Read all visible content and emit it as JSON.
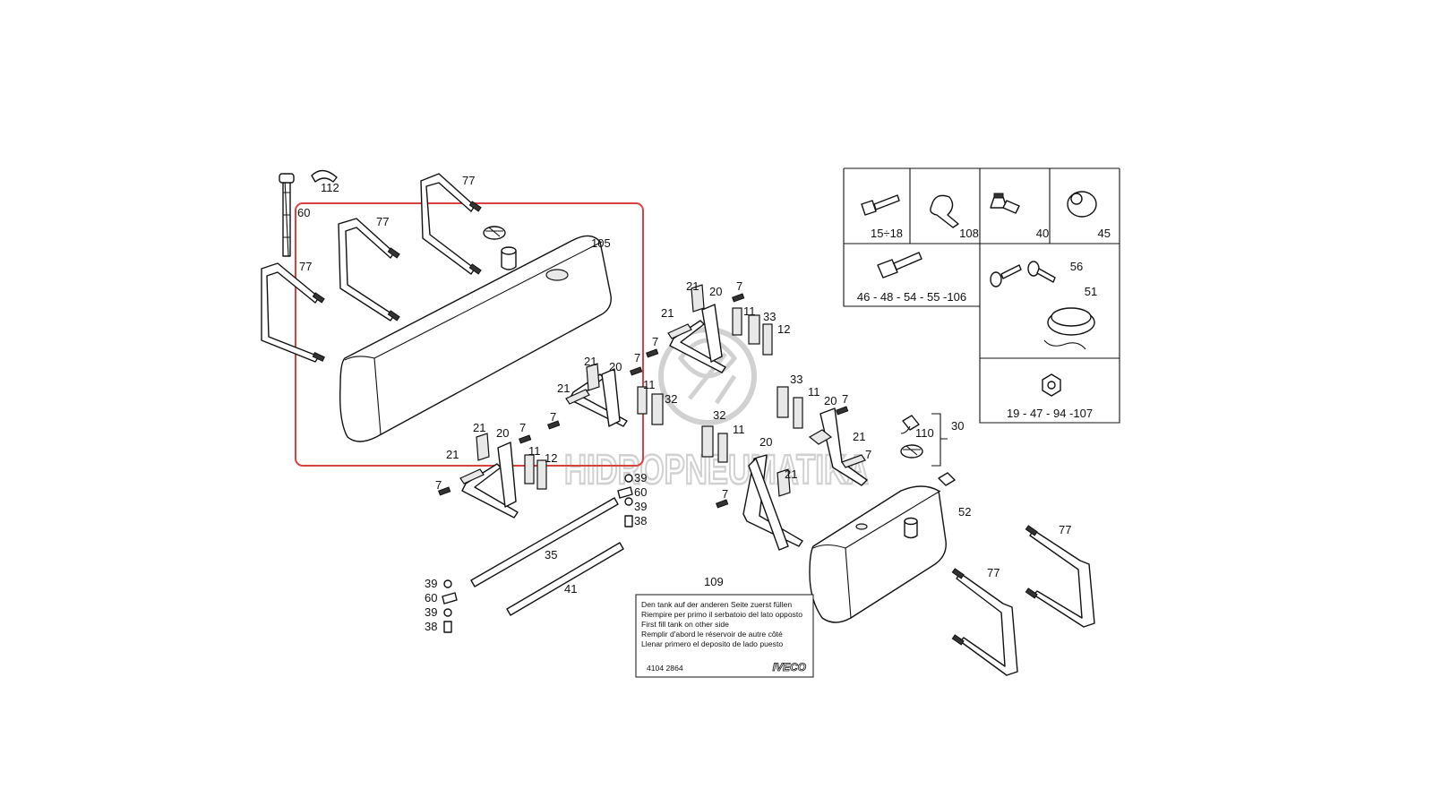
{
  "callouts": {
    "c112": "112",
    "c60a": "60",
    "c77a": "77",
    "c77b": "77",
    "c77c": "77",
    "c105": "105",
    "c21a": "21",
    "c20a": "20",
    "c7a": "7",
    "c11a": "11",
    "c33a": "33",
    "c12a": "12",
    "c7b": "7",
    "c21b": "21",
    "c20b": "20",
    "c7c": "7",
    "c11b": "11",
    "c32a": "32",
    "c7d": "7",
    "c21c": "21",
    "c20c": "20",
    "c7e": "7",
    "c7f": "7",
    "c11c": "11",
    "c12b": "12",
    "c21d": "21",
    "c7g": "7",
    "c33b": "33",
    "c11d": "11",
    "c20d": "20",
    "c7h": "7",
    "c21e": "21",
    "c21f": "21",
    "c32b": "32",
    "c11e": "11",
    "c20e": "20",
    "c21g": "21",
    "c21h": "21",
    "c7i": "7",
    "c39a": "39",
    "c60b": "60",
    "c39b": "39",
    "c38a": "38",
    "c35": "35",
    "c41": "41",
    "c39c": "39",
    "c60c": "60",
    "c39d": "39",
    "c38b": "38",
    "c109": "109",
    "c110": "110",
    "c30": "30",
    "c52": "52",
    "c77d": "77",
    "c77e": "77"
  },
  "parts_table": {
    "cell_1": "15÷18",
    "cell_2": "108",
    "cell_3": "40",
    "cell_4": "45",
    "cell_5": "46 - 48 - 54 - 55 -106",
    "cell_6": "56",
    "cell_7": "51",
    "cell_8": "19 - 47 - 94 -107"
  },
  "warning_label": {
    "lines": [
      "Den tank auf der anderen Seite zuerst füllen",
      "Riempire per primo il serbatoio del lato opposto",
      "First fill tank on other side",
      "Remplir d'abord le réservoir de autre côté",
      "Llenar primero el deposito de lado puesto"
    ],
    "part_number": "4104 2864",
    "brand": "IVECO"
  },
  "watermark": "HIDROPNEUMATIKA",
  "colors": {
    "highlight": "#d94040",
    "line": "#111111",
    "watermark": "#c9c9c9"
  }
}
